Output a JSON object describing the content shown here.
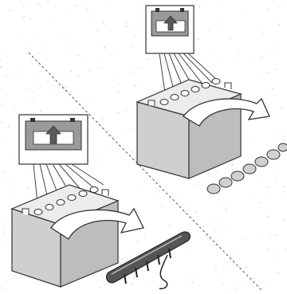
{
  "diagram": {
    "panels": [
      {
        "id": "top",
        "battery_type": "cap-cluster",
        "removed_part": "individual-caps"
      },
      {
        "id": "bottom",
        "battery_type": "cap-cluster",
        "removed_part": "cap-strip"
      }
    ],
    "colors": {
      "background": "#ffffff",
      "ink": "#333333",
      "battery_body": "#cfcfcf",
      "battery_top": "#ececec",
      "indicator_body": "#9a9a9a",
      "indicator_window": "#ffffff",
      "arrow_fill": "#ffffff",
      "speckle": "#d8d8d8"
    },
    "icons": [
      "battery-icon",
      "charge-indicator-icon",
      "up-arrow-icon",
      "curved-arrow-icon",
      "vent-cap-icon",
      "cap-strip-icon"
    ]
  }
}
